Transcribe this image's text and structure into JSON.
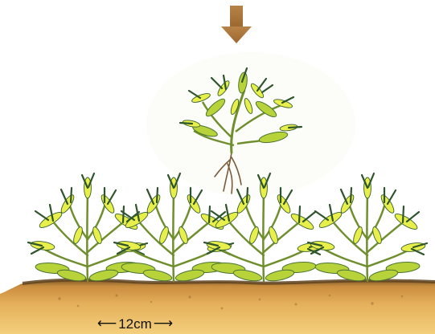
{
  "diagram": {
    "spacing_label": "12cm",
    "left_arrow_glyph": "⟵",
    "right_arrow_glyph": "⟶",
    "plant_count_in_row": 4,
    "plant_being_placed": 1,
    "colors": {
      "arrow": "#b07a3c",
      "leaf_light": "#e8ef4a",
      "leaf_mid": "#b8d33a",
      "leaf_dark": "#3f6a33",
      "stem": "#6f8f2e",
      "soil_top": "#7a5a2d",
      "soil_mid": "#d9a44d",
      "soil_light": "#f1c56a",
      "root": "#7b5b3a"
    },
    "icons": {
      "placement_arrow": "down-arrow-icon",
      "spacing_marker": "double-arrow-icon"
    }
  }
}
